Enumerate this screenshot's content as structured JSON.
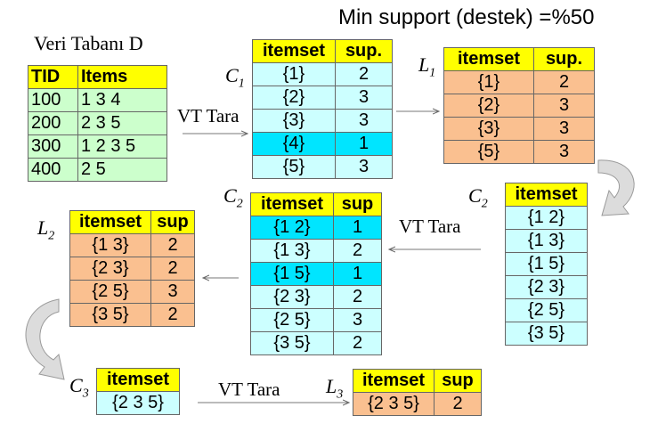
{
  "title": "Min support (destek) =%50",
  "db_label": "Veri Tabanı D",
  "scan_label": "VT Tara",
  "labels": {
    "c1": "C",
    "l1": "L",
    "c2": "C",
    "c2b": "C",
    "l2": "L",
    "c3": "C",
    "l3": "L"
  },
  "subs": {
    "c1": "1",
    "l1": "1",
    "c2": "2",
    "c2b": "2",
    "l2": "2",
    "c3": "3",
    "l3": "3"
  },
  "db": {
    "headers": [
      "TID",
      "Items"
    ],
    "rows": [
      [
        "100",
        "1 3 4"
      ],
      [
        "200",
        "2 3 5"
      ],
      [
        "300",
        "1 2 3 5"
      ],
      [
        "400",
        "2 5"
      ]
    ]
  },
  "c1": {
    "headers": [
      "itemset",
      "sup."
    ],
    "rows": [
      [
        "{1}",
        "2"
      ],
      [
        "{2}",
        "3"
      ],
      [
        "{3}",
        "3"
      ],
      [
        "{4}",
        "1"
      ],
      [
        "{5}",
        "3"
      ]
    ]
  },
  "l1": {
    "headers": [
      "itemset",
      "sup."
    ],
    "rows": [
      [
        "{1}",
        "2"
      ],
      [
        "{2}",
        "3"
      ],
      [
        "{3}",
        "3"
      ],
      [
        "{5}",
        "3"
      ]
    ]
  },
  "c2_right": {
    "headers": [
      "itemset"
    ],
    "rows": [
      [
        "{1 2}"
      ],
      [
        "{1 3}"
      ],
      [
        "{1 5}"
      ],
      [
        "{2 3}"
      ],
      [
        "{2 5}"
      ],
      [
        "{3 5}"
      ]
    ]
  },
  "c2_mid": {
    "headers": [
      "itemset",
      "sup"
    ],
    "rows": [
      [
        "{1 2}",
        "1"
      ],
      [
        "{1 3}",
        "2"
      ],
      [
        "{1 5}",
        "1"
      ],
      [
        "{2 3}",
        "2"
      ],
      [
        "{2 5}",
        "3"
      ],
      [
        "{3 5}",
        "2"
      ]
    ]
  },
  "l2": {
    "headers": [
      "itemset",
      "sup"
    ],
    "rows": [
      [
        "{1 3}",
        "2"
      ],
      [
        "{2 3}",
        "2"
      ],
      [
        "{2 5}",
        "3"
      ],
      [
        "{3 5}",
        "2"
      ]
    ]
  },
  "c3": {
    "headers": [
      "itemset"
    ],
    "rows": [
      [
        "{2 3 5}"
      ]
    ]
  },
  "l3": {
    "headers": [
      "itemset",
      "sup"
    ],
    "rows": [
      [
        "{2 3 5}",
        "2"
      ]
    ]
  },
  "colors": {
    "header": "#ffff00",
    "db": "#ccffcc",
    "candidate": "#ccffff",
    "highlight": "#00e5ff",
    "large": "#fac090"
  }
}
